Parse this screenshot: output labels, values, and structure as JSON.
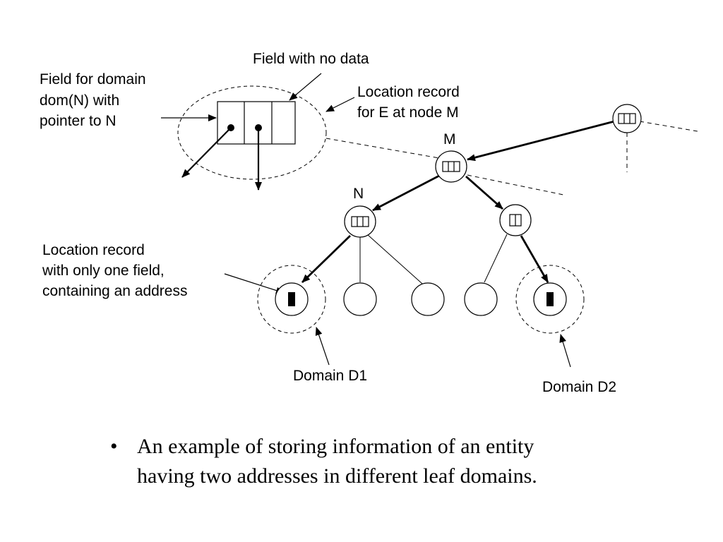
{
  "labels": {
    "field_no_data": "Field with no data",
    "field_domain": [
      "Field for domain",
      "dom(N) with",
      "pointer to N"
    ],
    "location_record_E": [
      "Location record",
      "for E at node M"
    ],
    "node_M": "M",
    "node_N": "N",
    "location_one_field": [
      "Location record",
      "with only one field,",
      "containing an address"
    ],
    "domain_d1": "Domain D1",
    "domain_d2": "Domain D2"
  },
  "caption": {
    "bullet": "•",
    "lines": [
      "An example of storing information of an entity",
      "having two addresses in different leaf domains."
    ]
  }
}
